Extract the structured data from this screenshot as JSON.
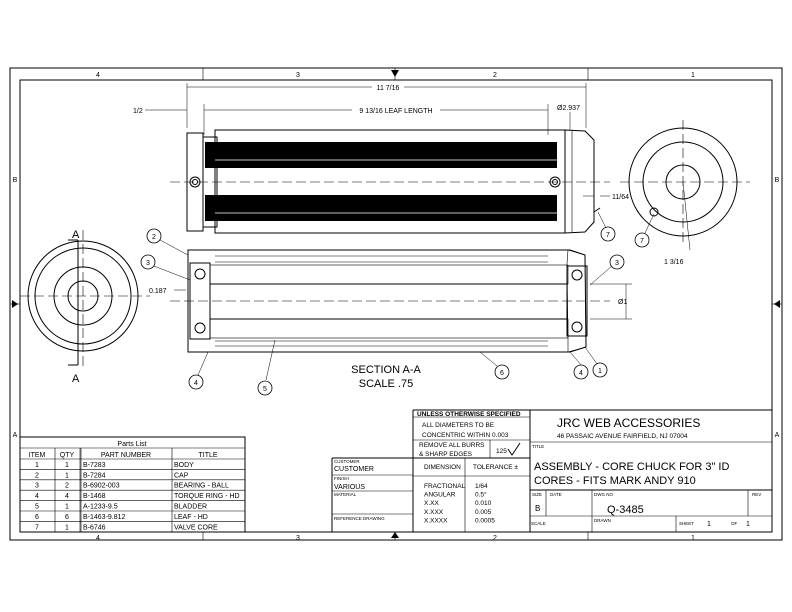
{
  "zones": {
    "cols": [
      "4",
      "3",
      "2",
      "1"
    ],
    "rows": [
      "B",
      "A"
    ]
  },
  "dimensions": {
    "overall_length": "11 7/16",
    "leaf_length": "9 13/16 LEAF LENGTH",
    "offset": "1/2",
    "diameter": "Ø2.937",
    "valve_offset": "11/64",
    "valve_radius": "1 3/16",
    "bearing_gap": "0.187",
    "bore": "Ø1"
  },
  "section": {
    "marker": "A",
    "title": "SECTION  A-A",
    "scale": "SCALE .75"
  },
  "balloons": [
    "2",
    "3",
    "4",
    "5",
    "6",
    "4",
    "1",
    "3",
    "7",
    "7"
  ],
  "parts_list": {
    "title": "Parts List",
    "headers": [
      "ITEM",
      "QTY",
      "PART NUMBER",
      "TITLE"
    ],
    "rows": [
      [
        "1",
        "1",
        "B-7283",
        "BODY"
      ],
      [
        "2",
        "1",
        "B-7284",
        "CAP"
      ],
      [
        "3",
        "2",
        "B-6902-003",
        "BEARING - BALL"
      ],
      [
        "4",
        "4",
        "B-1468",
        "TORQUE RING - HD"
      ],
      [
        "5",
        "1",
        "A-1233-9.5",
        "BLADDER"
      ],
      [
        "6",
        "6",
        "B-1463-9.812",
        "LEAF - HD"
      ],
      [
        "7",
        "1",
        "B-6746",
        "VALVE CORE"
      ]
    ]
  },
  "title_block": {
    "unless": "UNLESS OTHERWISE SPECIFIED",
    "note1a": "ALL DIAMETERS TO BE",
    "note1b": "CONCENTRIC WITHIN 0.003",
    "note2a": "REMOVE ALL BURRS",
    "note2b": "& SHARP EDGES",
    "finish_value": "125",
    "company": "JRC WEB ACCESSORIES",
    "address": "46 PASSAIC AVENUE  FAIRFIELD, NJ  07004",
    "title_label": "TITLE",
    "title_line1": "ASSEMBLY - CORE CHUCK FOR 3\" ID",
    "title_line2": "CORES - FITS MARK ANDY 910",
    "customer_label": "CUSTOMER",
    "customer": "CUSTOMER",
    "finish_label": "FINISH",
    "finish": "VARIOUS",
    "material_label": "MATERIAL",
    "reference_label": "REFERENCE DRAWING",
    "dimension_header": "DIMENSION",
    "tolerance_header": "TOLERANCE ±",
    "tolerances": [
      [
        "FRACTIONAL",
        "1/64"
      ],
      [
        "ANGULAR",
        "0.5°"
      ],
      [
        "X.XX",
        "0.010"
      ],
      [
        "X.XXX",
        "0.005"
      ],
      [
        "X.XXXX",
        "0.0005"
      ]
    ],
    "size_label": "SIZE",
    "size": "B",
    "date_label": "DATE",
    "dwg_label": "DWG NO",
    "dwg_no": "Q-3485",
    "rev_label": "REV",
    "scale_label": "SCALE",
    "drawn_label": "DRAWN",
    "sheet_label": "SHEET",
    "sheet": "1",
    "of_label": "OF",
    "of": "1"
  }
}
